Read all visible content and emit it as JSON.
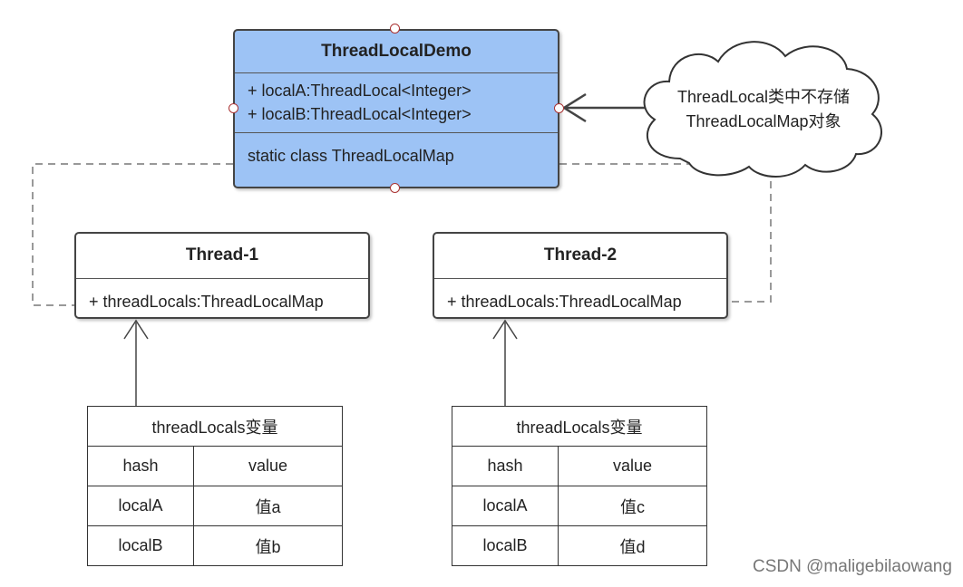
{
  "demo_class": {
    "title": "ThreadLocalDemo",
    "fields": [
      "+ localA:ThreadLocal<Integer>",
      "+ localB:ThreadLocal<Integer>"
    ],
    "inner": "static class ThreadLocalMap",
    "fill": "#9dc3f5"
  },
  "thread1": {
    "title": "Thread-1",
    "field": "+ threadLocals:ThreadLocalMap"
  },
  "thread2": {
    "title": "Thread-2",
    "field": "+ threadLocals:ThreadLocalMap"
  },
  "cloud_note": {
    "line1": "ThreadLocal类中不存储",
    "line2": "ThreadLocalMap对象"
  },
  "table1": {
    "caption": "threadLocals变量",
    "headers": [
      "hash",
      "value"
    ],
    "rows": [
      [
        "localA",
        "值a"
      ],
      [
        "localB",
        "值b"
      ]
    ]
  },
  "table2": {
    "caption": "threadLocals变量",
    "headers": [
      "hash",
      "value"
    ],
    "rows": [
      [
        "localA",
        "值c"
      ],
      [
        "localB",
        "值d"
      ]
    ]
  },
  "watermark": "CSDN @maligebilaowang",
  "colors": {
    "demo_fill": "#9dc3f5",
    "line": "#444444",
    "dashed": "#999999",
    "pin": "#aa3333"
  }
}
